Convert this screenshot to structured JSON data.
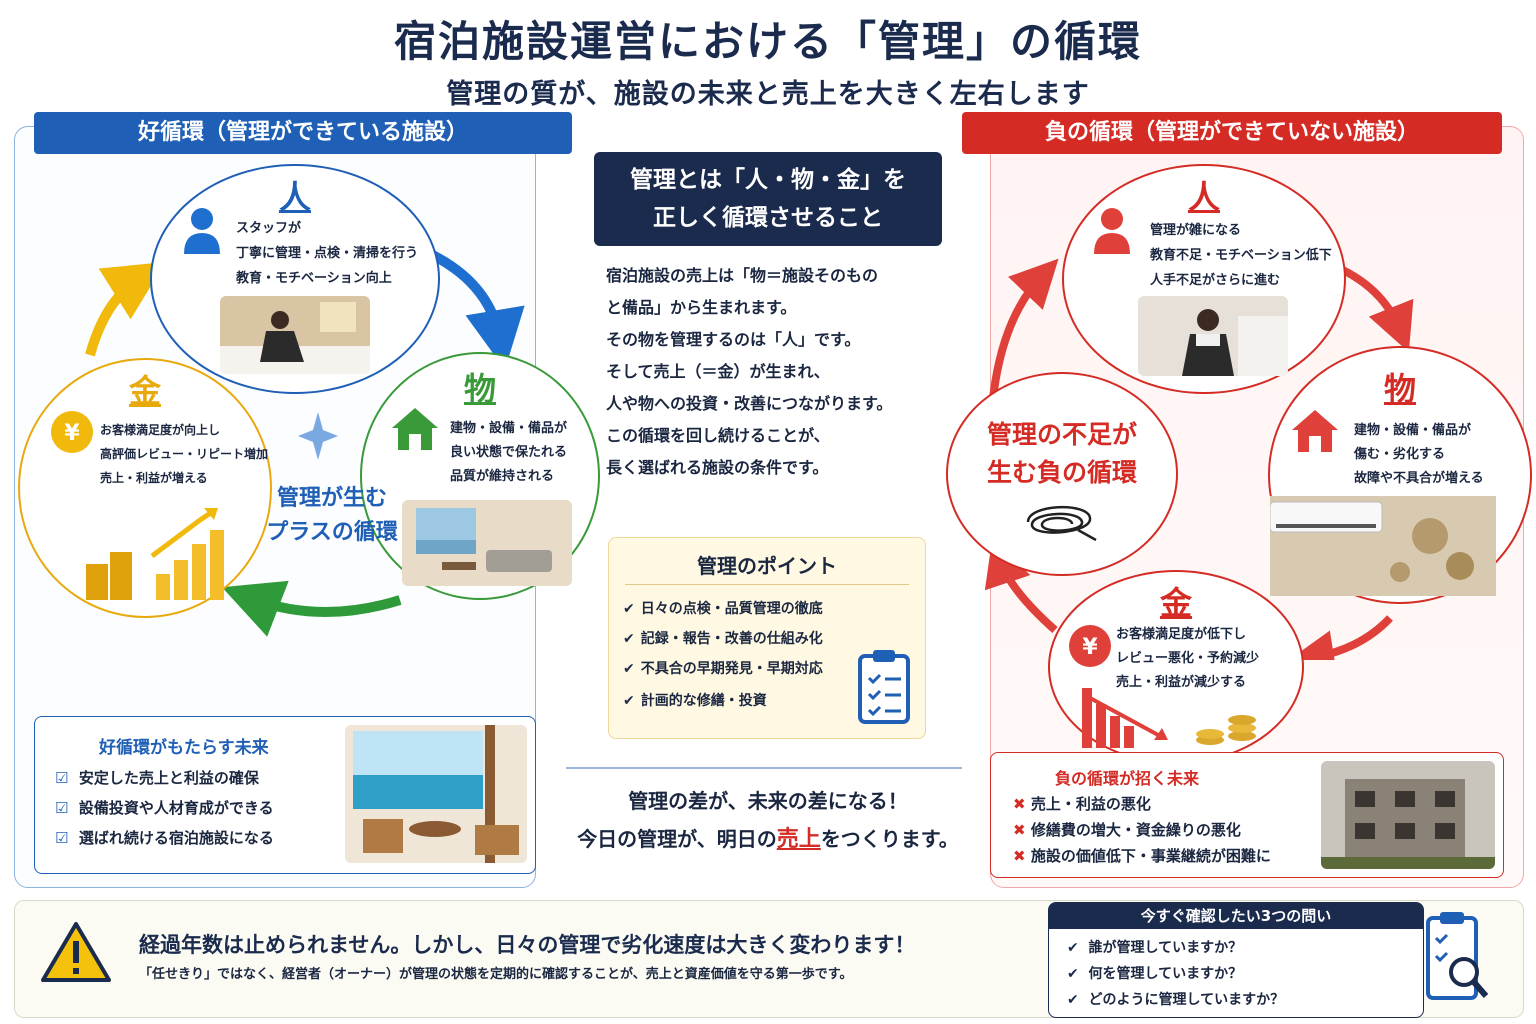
{
  "title": "宿泊施設運営における「管理」の循環",
  "subtitle": "管理の質が、施設の未来と売上を大きく左右します",
  "good": {
    "header": "好循環（管理ができている施設）",
    "people": {
      "title": "人",
      "lines": [
        "スタッフが",
        "丁寧に管理・点検・清掃を行う",
        "教育・モチベーション向上"
      ]
    },
    "things": {
      "title": "物",
      "lines": [
        "建物・設備・備品が",
        "良い状態で保たれる",
        "品質が維持される"
      ]
    },
    "money": {
      "title": "金",
      "lines": [
        "お客様満足度が向上し",
        "高評価レビュー・リピート増加",
        "売上・利益が増える"
      ]
    },
    "center": [
      "管理が生む",
      "プラスの循環"
    ],
    "future": {
      "title": "好循環がもたらす未来",
      "items": [
        "安定した売上と利益の確保",
        "設備投資や人材育成ができる",
        "選ばれ続ける宿泊施設になる"
      ]
    }
  },
  "bad": {
    "header": "負の循環（管理ができていない施設）",
    "people": {
      "title": "人",
      "lines": [
        "管理が雑になる",
        "教育不足・モチベーション低下",
        "人手不足がさらに進む"
      ]
    },
    "things": {
      "title": "物",
      "lines": [
        "建物・設備・備品が",
        "傷む・劣化する",
        "故障や不具合が増える"
      ]
    },
    "money": {
      "title": "金",
      "lines": [
        "お客様満足度が低下し",
        "レビュー悪化・予約減少",
        "売上・利益が減少する"
      ]
    },
    "center": [
      "管理の不足が",
      "生む負の循環"
    ],
    "future": {
      "title": "負の循環が招く未来",
      "items": [
        "売上・利益の悪化",
        "修繕費の増大・資金繰りの悪化",
        "施設の価値低下・事業継続が困難に"
      ]
    }
  },
  "center": {
    "box": [
      "管理とは「人・物・金」を",
      "正しく循環させること"
    ],
    "text": [
      "宿泊施設の売上は「物＝施設そのもの",
      "と備品」から生まれます。",
      "その物を管理するのは「人」です。",
      "そして売上（＝金）が生まれ、",
      "人や物への投資・改善につながります。",
      "この循環を回し続けることが、",
      "長く選ばれる施設の条件です。"
    ],
    "points": {
      "title": "管理のポイント",
      "items": [
        "日々の点検・品質管理の徹底",
        "記録・報告・改善の仕組み化",
        "不具合の早期発見・早期対応",
        "計画的な修繕・投資"
      ]
    },
    "message1": "管理の差が、未来の差になる！",
    "message2_pre": "今日の管理が、明日の",
    "message2_hl": "売上",
    "message2_post": "をつくります。"
  },
  "warning": {
    "main": "経過年数は止められません。しかし、日々の管理で劣化速度は大きく変わります！",
    "sub": "「任せきり」ではなく、経営者（オーナー）が管理の状態を定期的に確認することが、売上と資産価値を守る第一歩です。"
  },
  "questions": {
    "title": "今すぐ確認したい3つの問い",
    "items": [
      "誰が管理していますか？",
      "何を管理していますか？",
      "どのように管理していますか？"
    ]
  },
  "colors": {
    "navy": "#1b2b4d",
    "blue": "#1f5fb5",
    "red": "#d42b25",
    "green": "#3a9a3a",
    "gold": "#e8a90c"
  },
  "icons": [
    "person-icon",
    "house-icon",
    "yen-coin-icon",
    "check-icon",
    "cross-icon",
    "clipboard-icon",
    "warning-icon",
    "magnifier-icon",
    "sparkle-icon",
    "scribble-icon"
  ]
}
